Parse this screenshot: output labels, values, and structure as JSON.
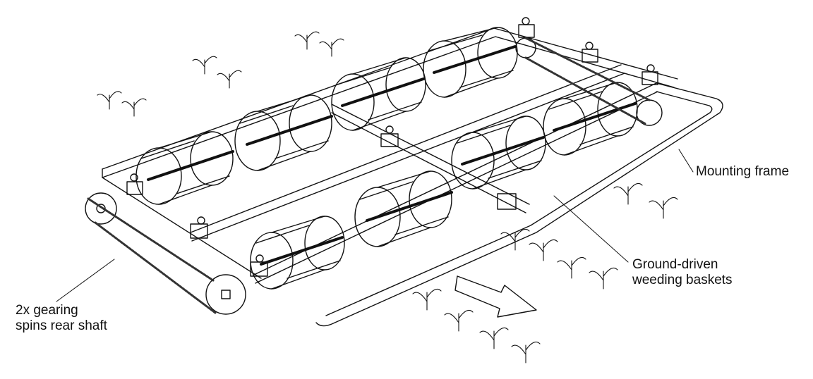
{
  "labels": {
    "mounting_frame": "Mounting frame",
    "weeding_baskets": [
      "Ground-driven",
      "weeding baskets"
    ],
    "gearing": [
      "2x gearing",
      "spins rear shaft"
    ]
  },
  "colors": {
    "line": "#111111",
    "background": "#ffffff",
    "chain": "#333333"
  },
  "icons": {
    "direction": "travel-direction-arrow-icon",
    "plant": "seedling-icon"
  }
}
